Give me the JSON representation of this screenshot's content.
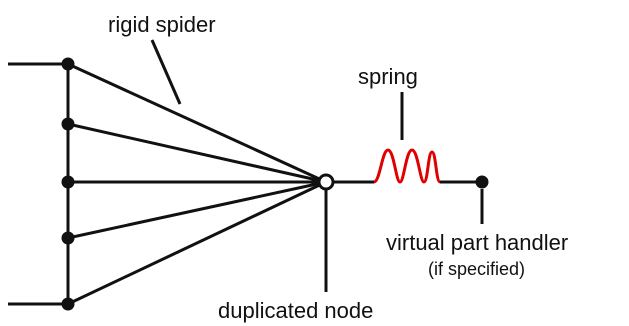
{
  "labels": {
    "rigid_spider": "rigid spider",
    "spring": "spring",
    "virtual_part_handler": "virtual part handler",
    "if_specified": "(if specified)",
    "duplicated_node": "duplicated node"
  },
  "colors": {
    "line": "#111111",
    "spring": "#e00000",
    "node_fill": "#111111",
    "hollow_node_fill": "#ffffff",
    "background": "#ffffff"
  }
}
